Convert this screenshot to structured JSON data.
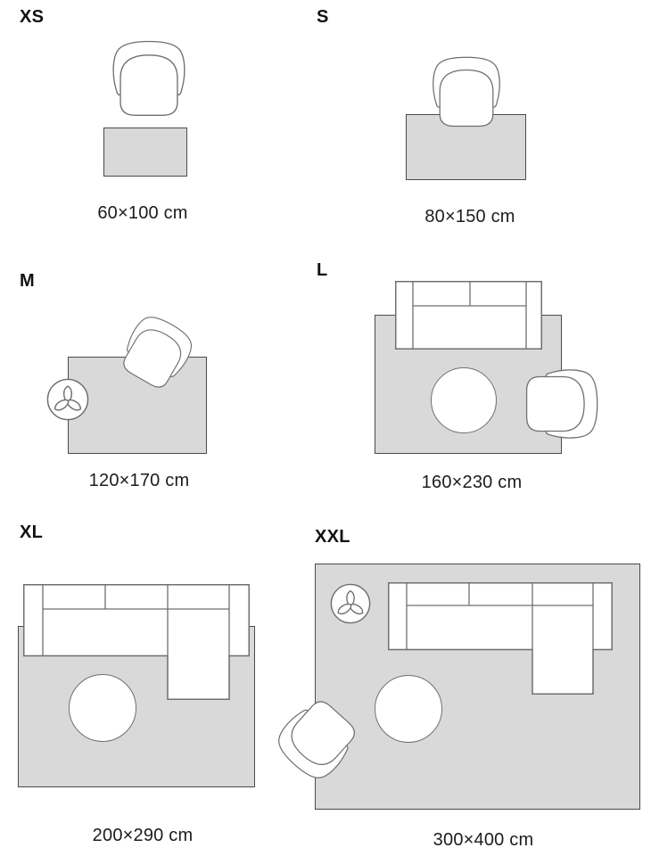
{
  "sections": [
    {
      "id": "xs",
      "label": "XS",
      "caption": "60×100 cm"
    },
    {
      "id": "s",
      "label": "S",
      "caption": "80×150 cm"
    },
    {
      "id": "m",
      "label": "M",
      "caption": "120×170 cm"
    },
    {
      "id": "l",
      "label": "L",
      "caption": "160×230 cm"
    },
    {
      "id": "xl",
      "label": "XL",
      "caption": "200×290 cm"
    },
    {
      "id": "xxl",
      "label": "XXL",
      "caption": "300×400 cm"
    }
  ],
  "icons": {
    "armchair": "armchair-top-view",
    "sofa": "two-seat-sofa-top-view",
    "corner_sofa": "corner-sofa-with-chaise-top-view",
    "round_table": "round-coffee-table-top-view",
    "plant": "potted-plant-top-view"
  },
  "colors": {
    "background": "#ffffff",
    "rug_fill": "#d9d9d9",
    "rug_border": "#4a4a4a",
    "furniture_fill": "#ffffff",
    "furniture_stroke": "#6f6f6f",
    "label_text": "#111111",
    "caption_text": "#1c1c1c"
  }
}
